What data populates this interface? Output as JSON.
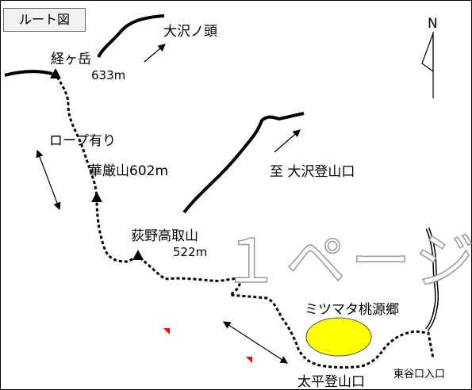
{
  "tab_label": "ルート図",
  "north_label": "N",
  "watermark": "１ページ",
  "places": {
    "kyogatake": "経ヶ岳",
    "kyogatake_elev": "633m",
    "osawa_head": "大沢ノ頭",
    "rope": "ロープ有り",
    "kegonzan": "華厳山602m",
    "ogino_takatori": "荻野高取山",
    "ogino_takatori_elev": "522m",
    "to_osawa_trailhead": "至 大沢登山口",
    "mitsumata": "ミツマタ桃源郷",
    "taihei_trailhead": "太平登山口",
    "higashitani_entrance": "東谷口入口"
  },
  "colors": {
    "route": "#000000",
    "ridge": "#000000",
    "mitsumata_fill": "#ffff00",
    "flag": "#ff0000"
  }
}
